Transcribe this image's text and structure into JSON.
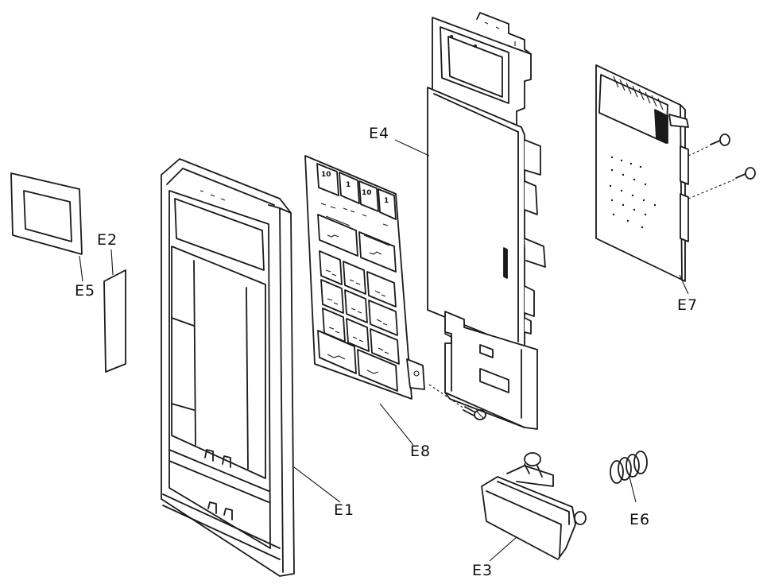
{
  "labels": {
    "e1": "E1",
    "e2": "E2",
    "e3": "E3",
    "e4": "E4",
    "e5": "E5",
    "e6": "E6",
    "e7": "E7",
    "e8": "E8"
  },
  "keypad": {
    "key_10_a": "10",
    "key_1_a": "1",
    "key_10_b": "10",
    "key_1_b": "1"
  },
  "colors": {
    "ink": "#1a1a1a",
    "paper": "#ffffff"
  }
}
